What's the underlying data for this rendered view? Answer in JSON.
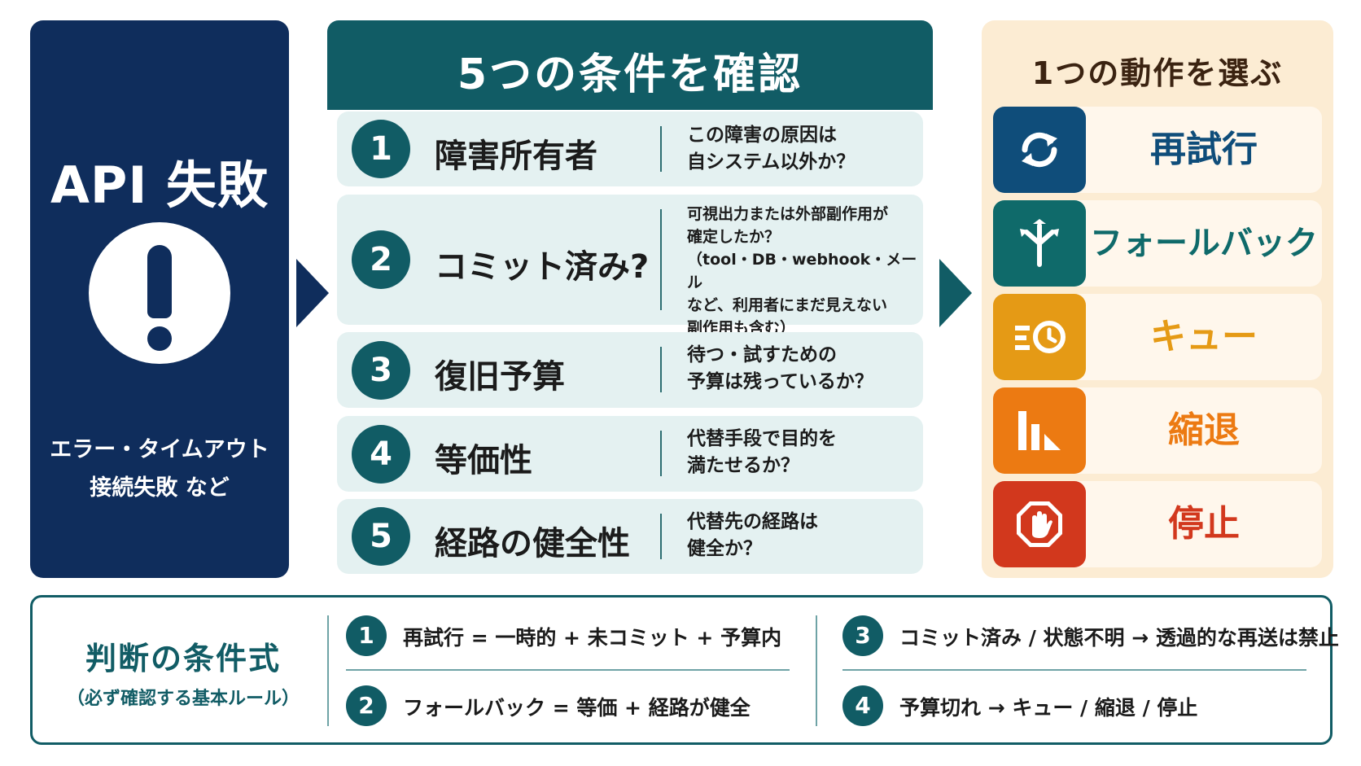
{
  "left": {
    "title": "API 失敗",
    "sub_line1": "エラー・タイムアウト",
    "sub_line2": "接続失敗 など",
    "icon": "exclamation-icon"
  },
  "center": {
    "title": "5つの条件を確認",
    "conditions": [
      {
        "num": "1",
        "label": "障害所有者",
        "q": [
          "この障害の原因は",
          "自システム以外か？"
        ]
      },
      {
        "num": "2",
        "label": "コミット済み?",
        "q": [
          "可視出力または外部副作用が",
          "確定したか？",
          "（tool・DB・webhook・メール",
          "など、利用者にまだ見えない",
          "副作用も含む）"
        ]
      },
      {
        "num": "3",
        "label": "復旧予算",
        "q": [
          "待つ・試すための",
          "予算は残っているか？"
        ]
      },
      {
        "num": "4",
        "label": "等価性",
        "q": [
          "代替手段で目的を",
          "満たせるか？"
        ]
      },
      {
        "num": "5",
        "label": "経路の健全性",
        "q": [
          "代替先の経路は",
          "健全か？"
        ]
      }
    ]
  },
  "right": {
    "title": "1つの動作を選ぶ",
    "actions": [
      {
        "label": "再試行",
        "icon": "refresh-icon",
        "color": "#0f4d7a"
      },
      {
        "label": "フォールバック",
        "icon": "fork-arrows-icon",
        "color": "#0f6a6a"
      },
      {
        "label": "キュー",
        "icon": "queue-clock-icon",
        "color": "#e59a15"
      },
      {
        "label": "縮退",
        "icon": "degrade-bars-icon",
        "color": "#ec7a12"
      },
      {
        "label": "停止",
        "icon": "stop-hand-icon",
        "color": "#d2381d"
      }
    ]
  },
  "bottom": {
    "title": "判断の条件式",
    "subtitle": "（必ず確認する基本ルール）",
    "rules": [
      {
        "num": "1",
        "text": "再試行 = 一時的 + 未コミット + 予算内"
      },
      {
        "num": "2",
        "text": "フォールバック = 等価 + 経路が健全"
      },
      {
        "num": "3",
        "text": "コミット済み / 状態不明 → 透過的な再送は禁止"
      },
      {
        "num": "4",
        "text": "予算切れ → キュー / 縮退 / 停止"
      }
    ]
  }
}
